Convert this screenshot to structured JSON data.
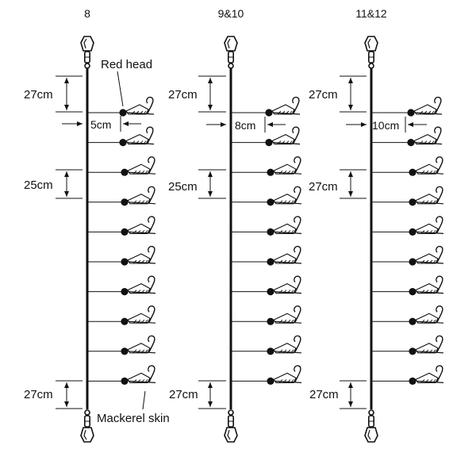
{
  "colors": {
    "line": "#111111",
    "bead": "#111111",
    "background": "#ffffff"
  },
  "annotations": {
    "red_head": "Red head",
    "mackerel_skin": "Mackerel skin"
  },
  "rigs": [
    {
      "title": "8",
      "dims": {
        "top": "27cm",
        "hook_offset": "5cm",
        "spacing": "25cm",
        "bottom": "27cm"
      }
    },
    {
      "title": "9&10",
      "dims": {
        "top": "27cm",
        "hook_offset": "8cm",
        "spacing": "25cm",
        "bottom": "27cm"
      }
    },
    {
      "title": "11&12",
      "dims": {
        "top": "27cm",
        "hook_offset": "10cm",
        "spacing": "27cm",
        "bottom": "27cm"
      }
    }
  ],
  "hooks_per_rig": 10,
  "icons": [
    "snap-swivel-icon",
    "hook-icon",
    "bead-icon",
    "feather-icon"
  ]
}
